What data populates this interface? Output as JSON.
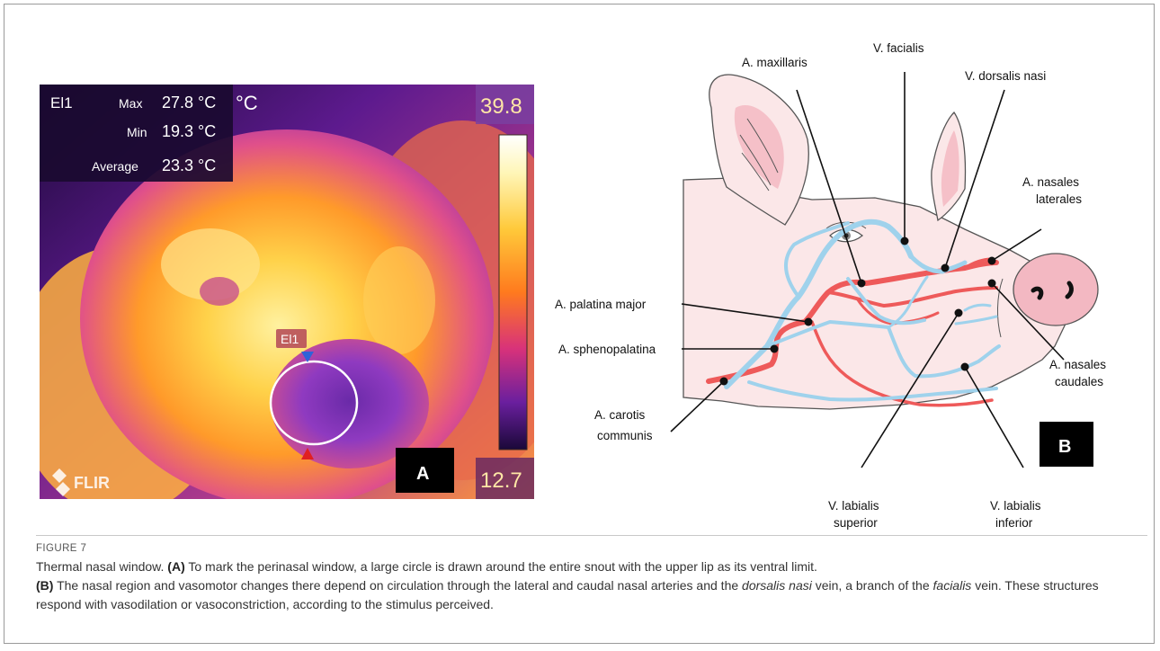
{
  "panel_a": {
    "label": "A",
    "roi_name": "El1",
    "max_label": "Max",
    "max_value": "27.8 °C",
    "min_label": "Min",
    "min_value": "19.3 °C",
    "avg_label": "Average",
    "avg_value": "23.3 °C",
    "unit": "°C",
    "scale_max": "39.8",
    "scale_min": "12.7",
    "marker_label": "El1",
    "logo_text": "FLIR"
  },
  "panel_b": {
    "label": "B",
    "labels": {
      "a_maxillaris": "A. maxillaris",
      "v_facialis": "V. facialis",
      "v_dorsalis_nasi": "V. dorsalis nasi",
      "a_nasales_laterales_1": "A. nasales",
      "a_nasales_laterales_2": "laterales",
      "a_palatina_major": "A. palatina major",
      "a_sphenopalatina": "A. sphenopalatina",
      "a_carotis_1": "A. carotis",
      "a_carotis_2": "communis",
      "a_nasales_caudales_1": "A. nasales",
      "a_nasales_caudales_2": "caudales",
      "v_labialis_sup_1": "V. labialis",
      "v_labialis_sup_2": "superior",
      "v_labialis_inf_1": "V. labialis",
      "v_labialis_inf_2": "inferior"
    }
  },
  "caption": {
    "figure_label": "FIGURE 7",
    "title": "Thermal nasal window.",
    "a_tag": "(A)",
    "a_text": "To mark the perinasal window, a large circle is drawn around the entire snout with the upper lip as its ventral limit.",
    "b_tag": "(B)",
    "b_text_1": "The nasal region and vasomotor changes there depend on circulation through the lateral and caudal nasal arteries and the",
    "b_em_1": "dorsalis nasi",
    "b_text_2": "vein, a branch of the",
    "b_em_2": "facialis",
    "b_text_3": "vein. These structures respond with vasodilation or vasoconstriction, according to the stimulus perceived."
  },
  "colors": {
    "artery": "#ee5a5a",
    "vein": "#9fd2ec",
    "skin": "#fbe7e8",
    "snout": "#f3b8c2",
    "thermal_hot": "#ffd24a",
    "thermal_cold": "#2a0f4a"
  }
}
